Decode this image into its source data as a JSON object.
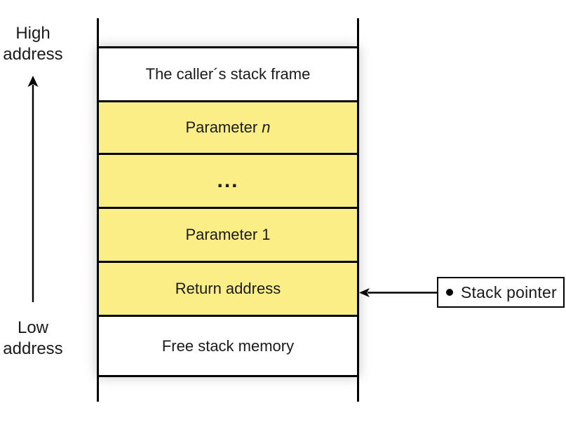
{
  "side_labels": {
    "high": {
      "line1": "High",
      "line2": "address"
    },
    "low": {
      "line1": "Low",
      "line2": "address"
    }
  },
  "stack": {
    "rows": [
      {
        "label": "The caller´s stack frame",
        "fill": "#FFFFFF"
      },
      {
        "label": "Parameter ",
        "label_italic": "n",
        "fill": "#FBEE86"
      },
      {
        "label": "...",
        "fill": "#FBEE86"
      },
      {
        "label": "Parameter 1",
        "fill": "#FBEE86"
      },
      {
        "label": "Return address",
        "fill": "#FBEE86"
      },
      {
        "label": "Free stack memory",
        "fill": "#FFFFFF"
      }
    ]
  },
  "stack_pointer": {
    "label": "Stack pointer",
    "bullet_icon": "filled-circle",
    "points_to": "Return address"
  },
  "icons": {
    "up_arrow": "arrow-up",
    "pointer_arrow": "arrow-left"
  },
  "colors": {
    "highlight_yellow": "#FBEE86",
    "line_black": "#000000",
    "text": "#1A1A1A",
    "background": "#FFFFFF"
  }
}
